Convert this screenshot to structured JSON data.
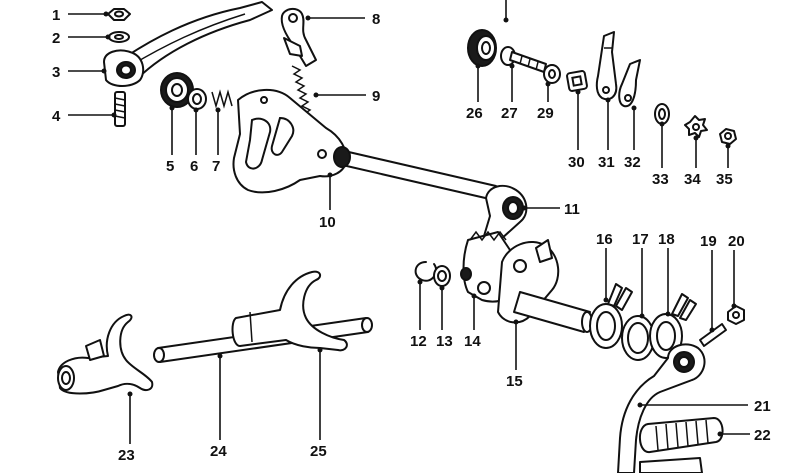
{
  "callouts": [
    {
      "num": "1"
    },
    {
      "num": "2"
    },
    {
      "num": "3"
    },
    {
      "num": "4"
    },
    {
      "num": "5"
    },
    {
      "num": "6"
    },
    {
      "num": "7"
    },
    {
      "num": "8"
    },
    {
      "num": "9"
    },
    {
      "num": "10"
    },
    {
      "num": "11"
    },
    {
      "num": "12"
    },
    {
      "num": "13"
    },
    {
      "num": "14"
    },
    {
      "num": "15"
    },
    {
      "num": "16"
    },
    {
      "num": "17"
    },
    {
      "num": "18"
    },
    {
      "num": "19"
    },
    {
      "num": "20"
    },
    {
      "num": "21"
    },
    {
      "num": "22"
    },
    {
      "num": "23"
    },
    {
      "num": "24"
    },
    {
      "num": "25"
    },
    {
      "num": "26"
    },
    {
      "num": "27"
    },
    {
      "num": "29"
    },
    {
      "num": "30"
    },
    {
      "num": "31"
    },
    {
      "num": "32"
    },
    {
      "num": "33"
    },
    {
      "num": "34"
    },
    {
      "num": "35"
    }
  ]
}
